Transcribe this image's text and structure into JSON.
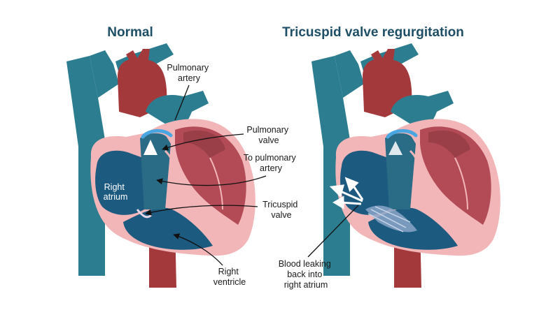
{
  "titles": {
    "normal": "Normal",
    "regurgitation": "Tricuspid valve regurgitation"
  },
  "labels": {
    "pulmonary_artery": [
      "Pulmonary",
      "artery"
    ],
    "pulmonary_valve": [
      "Pulmonary",
      "valve"
    ],
    "to_pulmonary_artery": [
      "To pulmonary",
      "artery"
    ],
    "right_atrium": [
      "Right",
      "atrium"
    ],
    "tricuspid_valve": [
      "Tricuspid",
      "valve"
    ],
    "right_ventricle": [
      "Right",
      "ventricle"
    ],
    "blood_leaking": [
      "Blood leaking",
      "back into",
      "right atrium"
    ]
  },
  "colors": {
    "vein_teal": "#2c7d8f",
    "vein_dark": "#1f5f70",
    "artery_red": "#a3393b",
    "heart_pink": "#f3b6b8",
    "chamber_red": "#b24b55",
    "chamber_blue": "#1d5a80",
    "valve_blue": "#4aa6e0",
    "title": "#1f4f66"
  }
}
